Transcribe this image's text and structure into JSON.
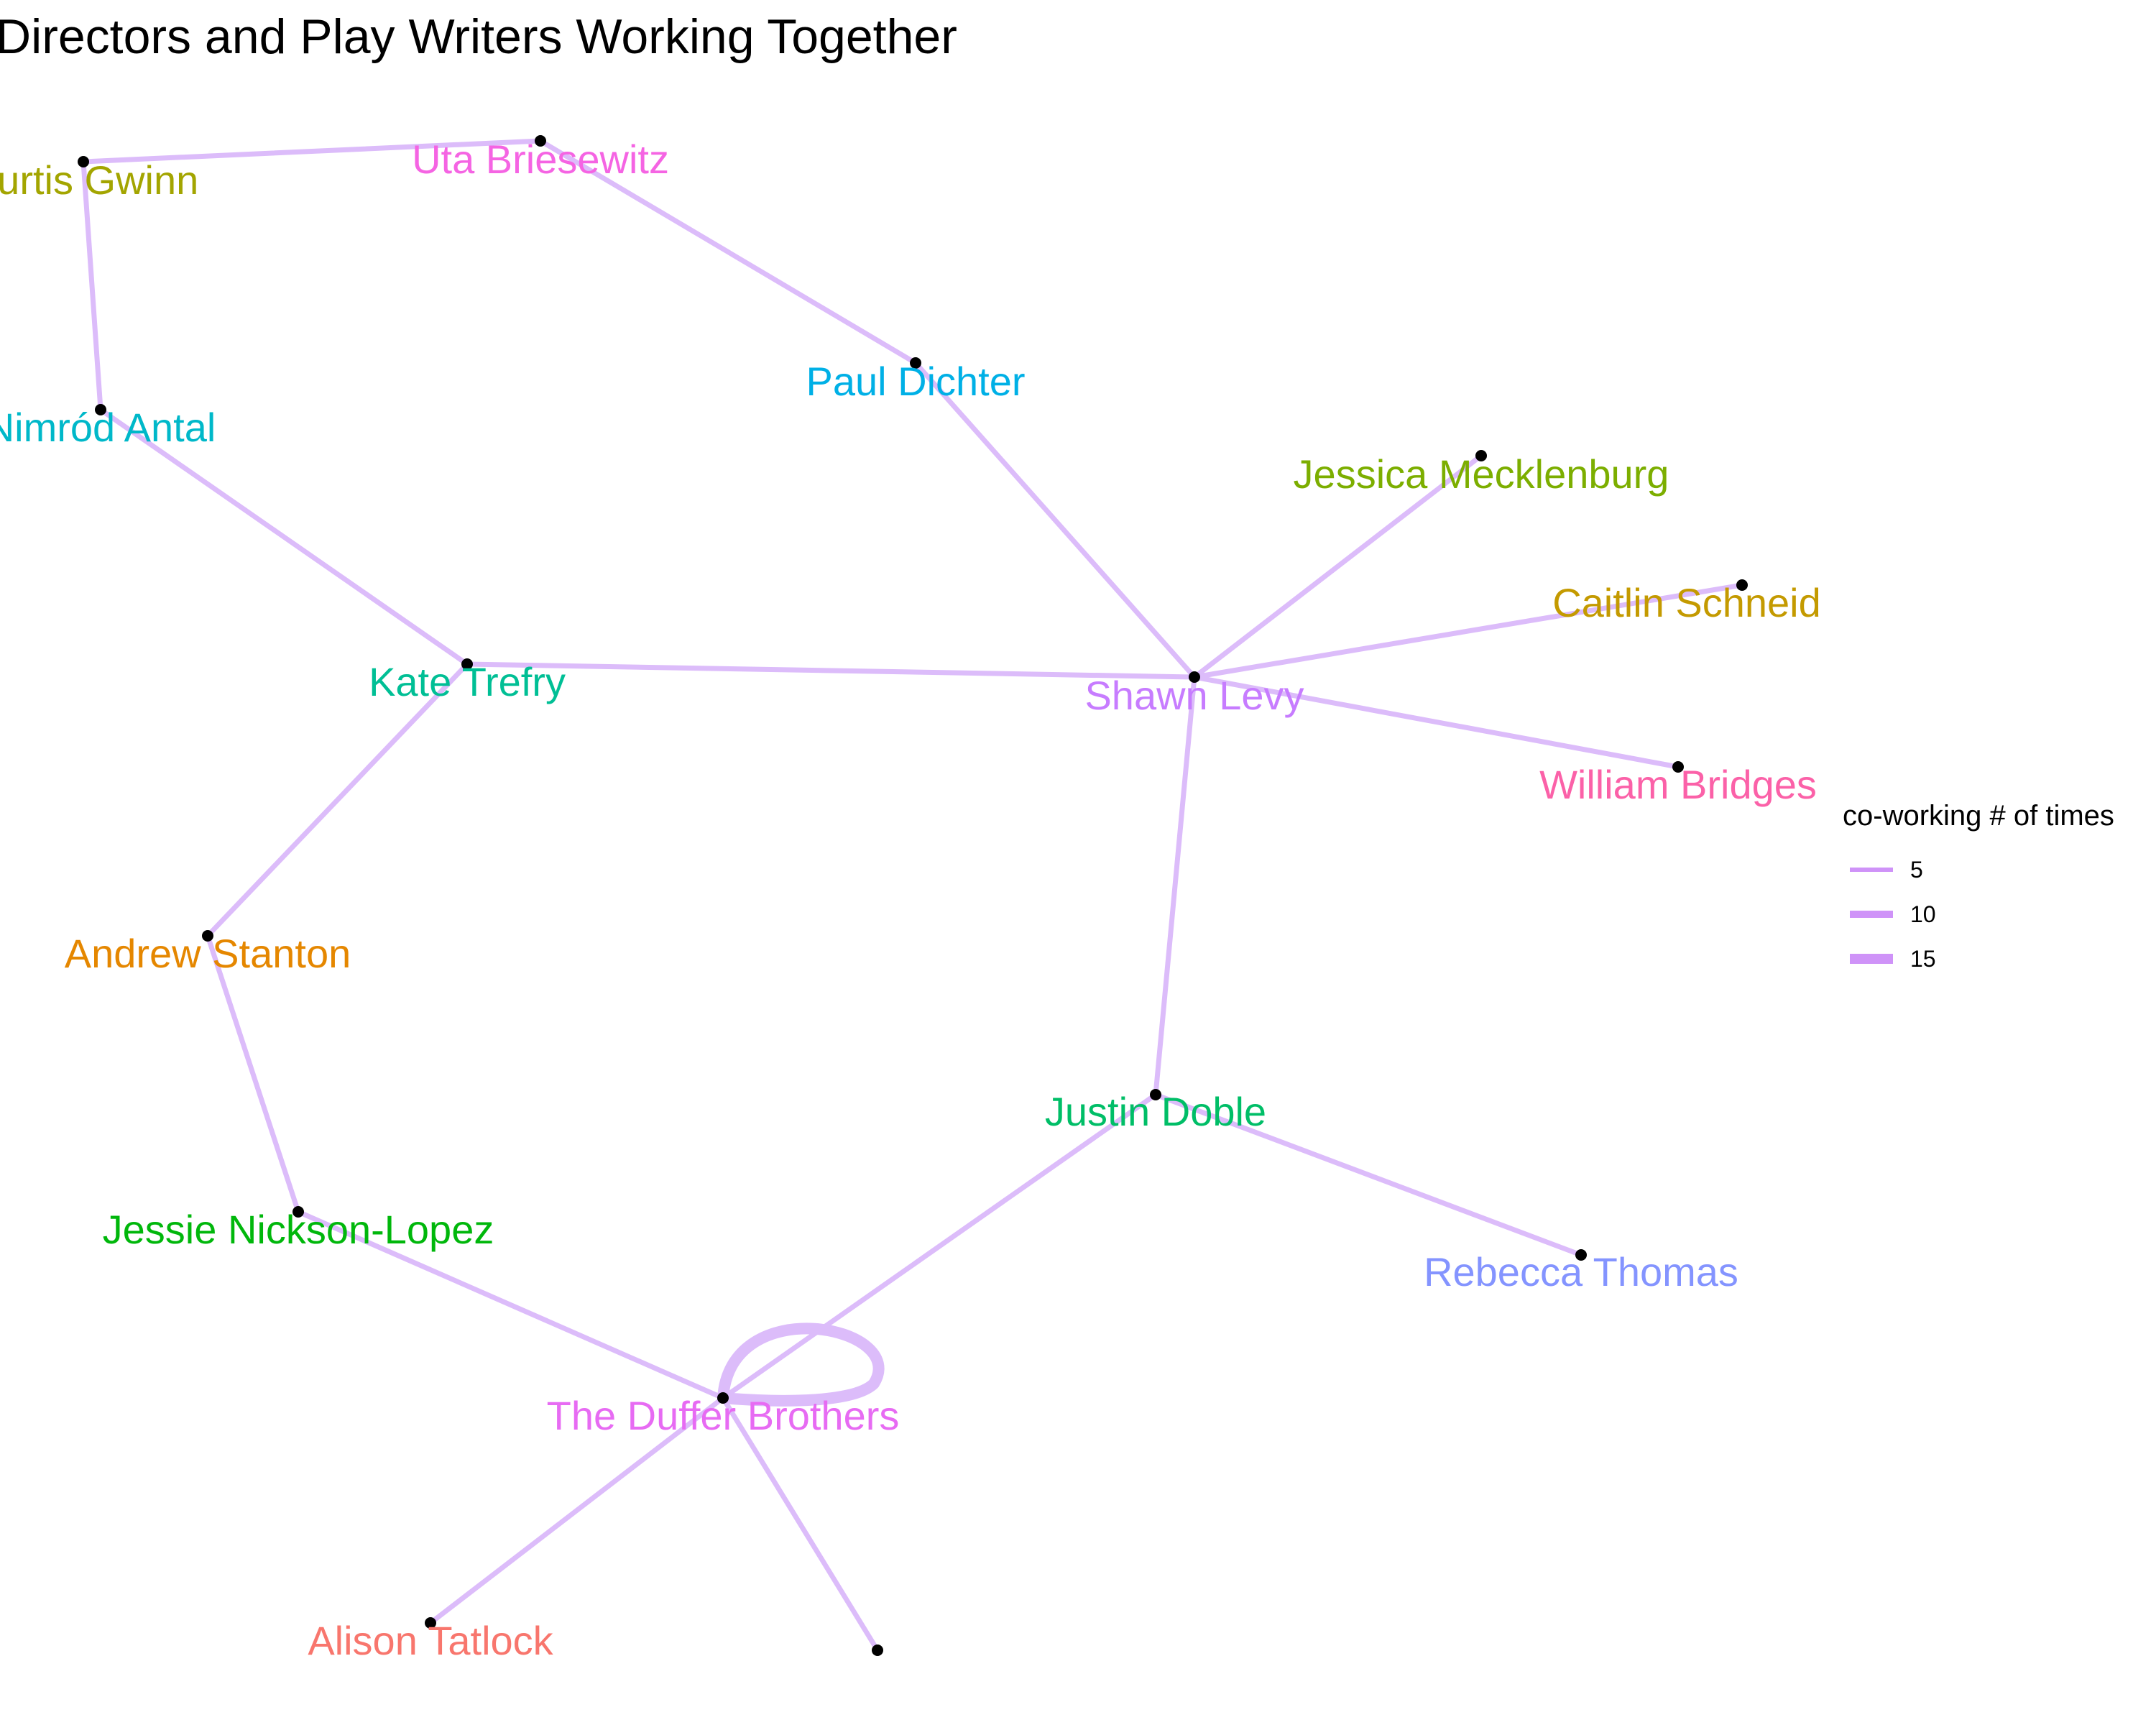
{
  "title": "Directors and Play Writers Working Together",
  "colors": {
    "edge": "#dcbcfa",
    "node": "#000000",
    "legend_key": "#cf93f8"
  },
  "nodes": [
    {
      "id": "curtis",
      "label": "Curtis Gwinn",
      "color": "#a3a500"
    },
    {
      "id": "uta",
      "label": "Uta Briesewitz",
      "color": "#f564e3"
    },
    {
      "id": "paul",
      "label": "Paul Dichter",
      "color": "#00b0e6"
    },
    {
      "id": "nimrod",
      "label": "Nimród Antal",
      "color": "#00b8c9"
    },
    {
      "id": "jessica",
      "label": "Jessica Mecklenburg",
      "color": "#7cae00"
    },
    {
      "id": "caitlin",
      "label": "Caitlin Schneid",
      "color": "#c49a00"
    },
    {
      "id": "kate",
      "label": "Kate Trefry",
      "color": "#00bf95"
    },
    {
      "id": "shawn",
      "label": "Shawn Levy",
      "color": "#c77cff"
    },
    {
      "id": "william",
      "label": "William Bridges",
      "color": "#fb61a8"
    },
    {
      "id": "andrew",
      "label": "Andrew Stanton",
      "color": "#e58700"
    },
    {
      "id": "justin",
      "label": "Justin Doble",
      "color": "#00be67"
    },
    {
      "id": "jessie",
      "label": "Jessie Nickson-Lopez",
      "color": "#00b70b"
    },
    {
      "id": "rebecca",
      "label": "Rebecca Thomas",
      "color": "#8494ff"
    },
    {
      "id": "duffer",
      "label": "The Duffer Brothers",
      "color": "#e76bf3"
    },
    {
      "id": "alison",
      "label": "Alison Tatlock",
      "color": "#f8766d"
    },
    {
      "id": "unlabeled",
      "label": "",
      "color": "#000000"
    }
  ],
  "edges": [
    {
      "from": "curtis",
      "to": "uta"
    },
    {
      "from": "uta",
      "to": "paul"
    },
    {
      "from": "curtis",
      "to": "nimrod"
    },
    {
      "from": "nimrod",
      "to": "kate"
    },
    {
      "from": "paul",
      "to": "shawn"
    },
    {
      "from": "kate",
      "to": "shawn"
    },
    {
      "from": "jessica",
      "to": "shawn"
    },
    {
      "from": "caitlin",
      "to": "shawn"
    },
    {
      "from": "shawn",
      "to": "william"
    },
    {
      "from": "shawn",
      "to": "justin"
    },
    {
      "from": "kate",
      "to": "andrew"
    },
    {
      "from": "andrew",
      "to": "jessie"
    },
    {
      "from": "jessie",
      "to": "duffer"
    },
    {
      "from": "justin",
      "to": "duffer"
    },
    {
      "from": "justin",
      "to": "rebecca"
    },
    {
      "from": "duffer",
      "to": "alison"
    },
    {
      "from": "duffer",
      "to": "unlabeled"
    },
    {
      "from": "duffer",
      "to": "duffer",
      "self_loop": true
    }
  ],
  "legend": {
    "title": "co-working # of times",
    "items": [
      {
        "label": "5"
      },
      {
        "label": "10"
      },
      {
        "label": "15"
      }
    ]
  }
}
